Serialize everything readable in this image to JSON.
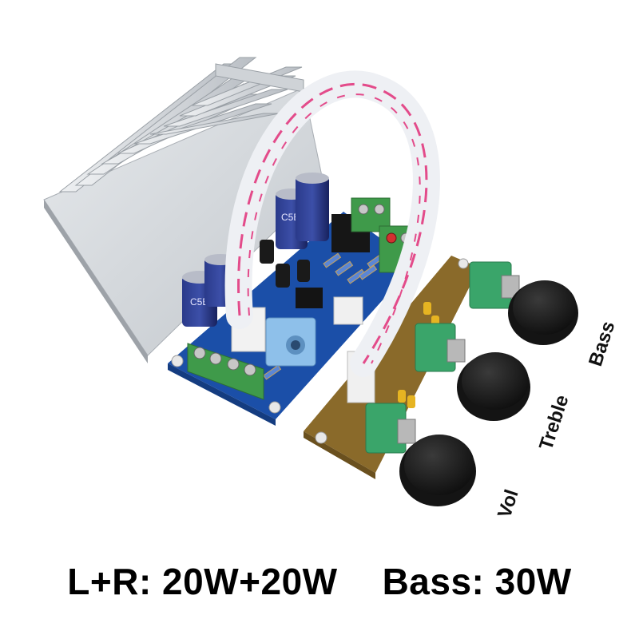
{
  "knob_labels": {
    "bass": "Bass",
    "treble": "Treble",
    "vol": "Vol"
  },
  "caption": {
    "channels": "L+R: 20W+20W",
    "bass": "Bass: 30W"
  },
  "capacitor_marking": "C5E",
  "colors": {
    "pcb_blue": "#1b4fa8",
    "pcb_brown": "#8a6a2a",
    "heatsink": "#d4d8dc",
    "knob": "#1a1a1a",
    "pot_green": "#3aa56a",
    "terminal_green": "#3f9a4a",
    "ribbon_stripe": "#e34b8a",
    "cap_navy": "#22307a",
    "jack_blue": "#8ec0ea"
  }
}
